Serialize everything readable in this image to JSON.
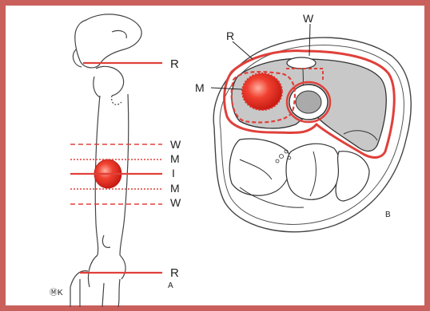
{
  "panels": {
    "A": {
      "letter": "A",
      "corner_mark": "ⓂK",
      "lines": [
        {
          "label": "R",
          "style": "solid"
        },
        {
          "label": "W",
          "style": "dashed"
        },
        {
          "label": "M",
          "style": "dotted"
        },
        {
          "label": "I",
          "style": "solid"
        },
        {
          "label": "M",
          "style": "dotted"
        },
        {
          "label": "W",
          "style": "dashed"
        },
        {
          "label": "R",
          "style": "solid"
        }
      ]
    },
    "B": {
      "letter": "B",
      "labels": {
        "R": "R",
        "W": "W",
        "M": "M"
      }
    }
  },
  "colors": {
    "frame": "#c9605c",
    "margin_line": "#e0403a",
    "tumor": "#e8302a",
    "outline": "#333333",
    "muscle_fill": "#c8c8c8"
  }
}
